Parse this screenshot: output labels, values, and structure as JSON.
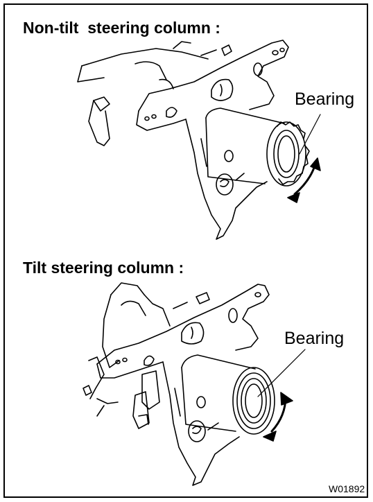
{
  "sections": {
    "nontilt": {
      "title": "Non-tilt  steering column :",
      "label": "Bearing"
    },
    "tilt": {
      "title": "Tilt steering column :",
      "label": "Bearing"
    }
  },
  "figure_code": "W01892"
}
